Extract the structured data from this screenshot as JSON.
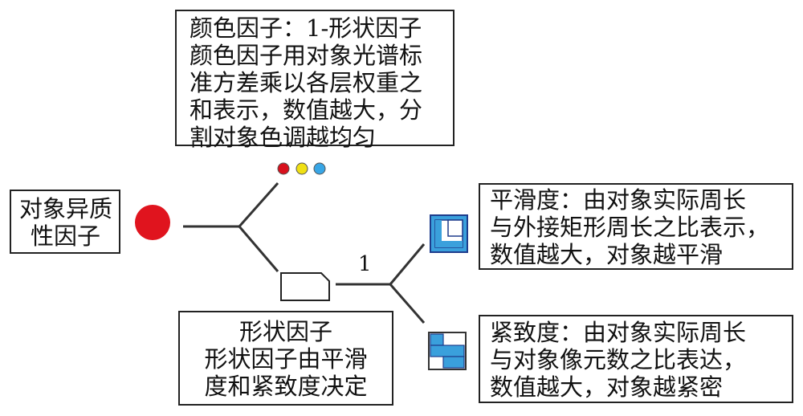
{
  "boxes": {
    "color_factor": {
      "lines": [
        "颜色因子：1-形状因子",
        "颜色因子用对象光谱标",
        "准方差乘以各层权重之",
        "和表示，数值越大，分",
        "割对象色调越均匀"
      ]
    },
    "heterogeneity": {
      "lines": [
        "对象异质",
        "性因子"
      ]
    },
    "shape_factor": {
      "lines": [
        "形状因子",
        "形状因子由平滑",
        "度和紧致度决定"
      ]
    },
    "smoothness": {
      "lines": [
        "平滑度：由对象实际周长",
        "与外接矩形周长之比表示，",
        "数值越大，对象越平滑"
      ]
    },
    "compactness": {
      "lines": [
        "紧致度：由对象实际周长",
        "与对象像元数之比表达，",
        "数值越大，对象越紧密"
      ]
    }
  },
  "edge_label": "1",
  "colors": {
    "root_dot": "#e0141e",
    "dot_red": "#d8101c",
    "dot_yellow": "#f0e014",
    "dot_blue": "#38a6e6",
    "icon_blue": "#3aa0dc",
    "icon_navy": "#1e3c8c",
    "line": "#333333"
  },
  "icons": [
    "red-dot-icon",
    "color-dots-icon",
    "document-shape-icon",
    "smooth-square-icon",
    "compact-blocks-icon"
  ]
}
